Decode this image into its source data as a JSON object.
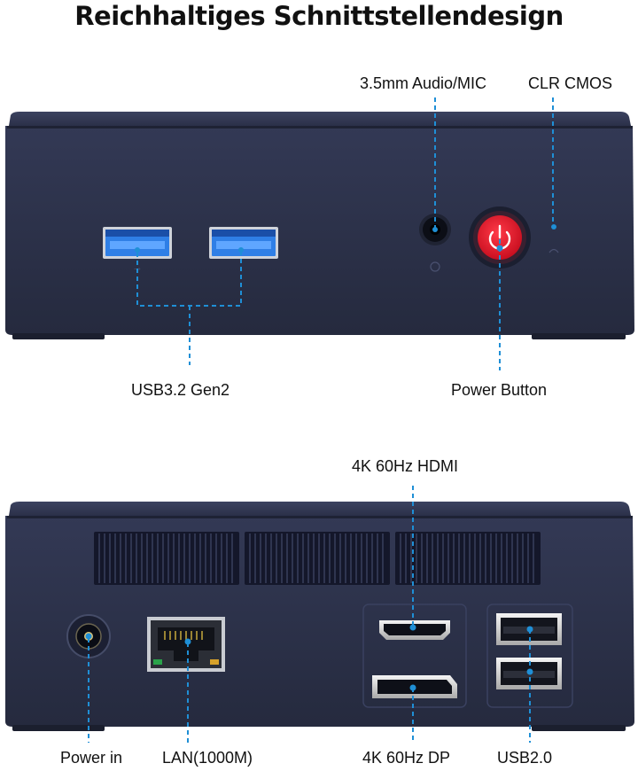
{
  "title": "Reichhaltiges Schnittstellendesign",
  "front": {
    "labels": {
      "audio_mic": "3.5mm Audio/MIC",
      "clr_cmos": "CLR CMOS",
      "usb32": "USB3.2 Gen2",
      "power_button": "Power Button"
    }
  },
  "back": {
    "labels": {
      "hdmi": "4K 60Hz HDMI",
      "power_in": "Power in",
      "lan": "LAN(1000M)",
      "dp": "4K 60Hz DP",
      "usb20": "USB2.0"
    }
  },
  "colors": {
    "chassis": "#2a2f45",
    "chassis_top": "#343a54",
    "callout": "#1f8fd6",
    "usb3_blue": "#2f7fe6",
    "power_red": "#e8162a"
  }
}
